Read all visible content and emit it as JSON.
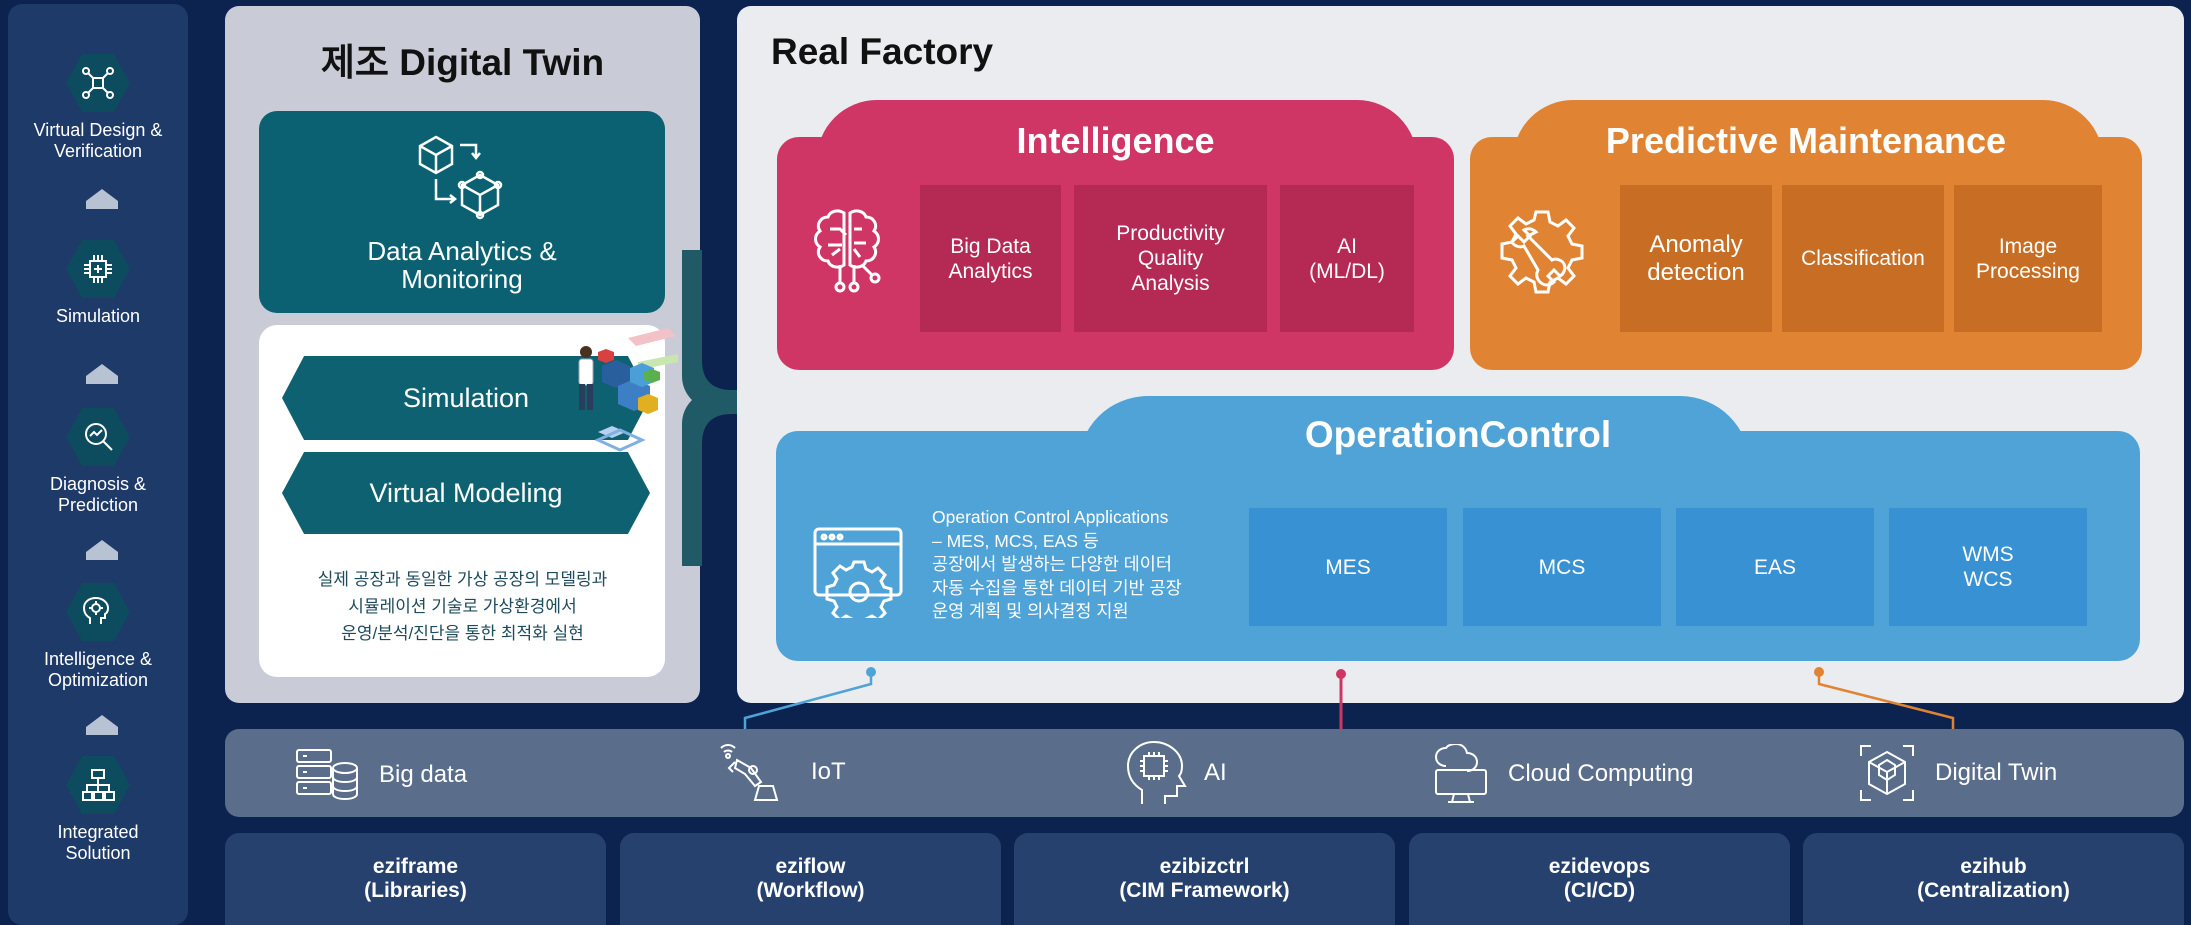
{
  "sidebar": {
    "items": [
      {
        "label_l1": "Virtual Design &",
        "label_l2": "Verification",
        "icon": "network-icon"
      },
      {
        "label_l1": "Simulation",
        "label_l2": "",
        "icon": "chip-icon"
      },
      {
        "label_l1": "Diagnosis &",
        "label_l2": "Prediction",
        "icon": "magnifier-chart-icon"
      },
      {
        "label_l1": "Intelligence &",
        "label_l2": "Optimization",
        "icon": "brain-gear-icon"
      },
      {
        "label_l1": "Integrated",
        "label_l2": "Solution",
        "icon": "hierarchy-icon"
      }
    ]
  },
  "digital_twin": {
    "title": "제조 Digital Twin",
    "analytics_l1": "Data Analytics &",
    "analytics_l2": "Monitoring",
    "simulation": "Simulation",
    "virtual_modeling": "Virtual Modeling",
    "desc_l1": "실제 공장과 동일한 가상 공장의 모델링과",
    "desc_l2": "시뮬레이션 기술로 가상환경에서",
    "desc_l3": "운영/분석/진단을 통한 최적화 실현"
  },
  "real_factory": {
    "title": "Real Factory",
    "intelligence": {
      "title": "Intelligence",
      "tiles": [
        [
          "Big Data",
          "Analytics"
        ],
        [
          "Productivity",
          "Quality",
          "Analysis"
        ],
        [
          "AI",
          "(ML/DL)"
        ]
      ]
    },
    "predictive": {
      "title": "Predictive Maintenance",
      "tiles": [
        [
          "Anomaly",
          "detection"
        ],
        [
          "Classification"
        ],
        [
          "Image",
          "Processing"
        ]
      ]
    },
    "operation": {
      "title": "OperationControl",
      "desc_l1": "Operation Control Applications",
      "desc_l2": "– MES, MCS, EAS 등",
      "desc_l3": "공장에서 발생하는 다양한 데이터",
      "desc_l4": "자동 수집을 통한 데이터 기반 공장",
      "desc_l5": "운영 계획 및 의사결정 지원",
      "tiles": [
        [
          "MES"
        ],
        [
          "MCS"
        ],
        [
          "EAS"
        ],
        [
          "WMS",
          "WCS"
        ]
      ]
    }
  },
  "tech_bar": {
    "items": [
      {
        "label": "Big data",
        "icon": "database-icon"
      },
      {
        "label": "IoT",
        "icon": "robot-arm-icon"
      },
      {
        "label": "AI",
        "icon": "ai-head-icon"
      },
      {
        "label": "Cloud Computing",
        "icon": "cloud-computer-icon"
      },
      {
        "label": "Digital Twin",
        "icon": "cube-scan-icon"
      }
    ]
  },
  "modules": [
    {
      "name": "eziframe",
      "sub": "(Libraries)"
    },
    {
      "name": "eziflow",
      "sub": "(Workflow)"
    },
    {
      "name": "ezibizctrl",
      "sub": "(CIM Framework)"
    },
    {
      "name": "ezidevops",
      "sub": "(CI/CD)"
    },
    {
      "name": "ezihub",
      "sub": "(Centralization)"
    }
  ],
  "colors": {
    "background": "#0c2350",
    "intelligence": "#d03665",
    "predictive": "#e08433",
    "operation": "#4fa3d6",
    "teal": "#0b6172"
  }
}
